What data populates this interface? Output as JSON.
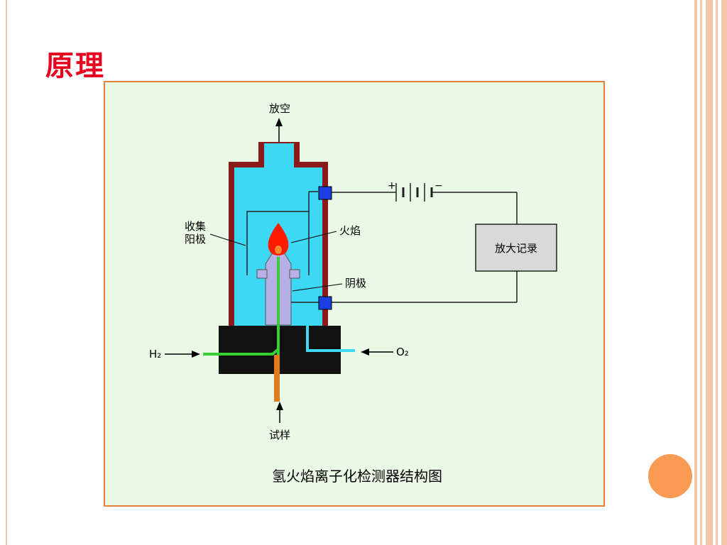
{
  "slide": {
    "title": "原理"
  },
  "diagram": {
    "caption": "氢火焰离子化检测器结构图",
    "labels": {
      "vent": "放空",
      "collector_line1": "收集",
      "collector_line2": "阳极",
      "flame": "火焰",
      "cathode": "阴极",
      "amplifier": "放大记录",
      "h2": "H₂",
      "o2": "O₂",
      "sample": "试样",
      "plus": "+",
      "minus": "−"
    },
    "colors": {
      "wall": "#8b1a1a",
      "chamber": "#3dd8f4",
      "base": "#111111",
      "flame": "#ff1a00",
      "flame_core": "#ff8a30",
      "jet": "#b7b0e8",
      "h2_line": "#39d037",
      "o2_line": "#3dd8f4",
      "sample_tube": "#e07a1e",
      "terminal": "#1a3fe0",
      "amplifier_box": "#d9d9d9",
      "accent": "#e8001c"
    }
  }
}
